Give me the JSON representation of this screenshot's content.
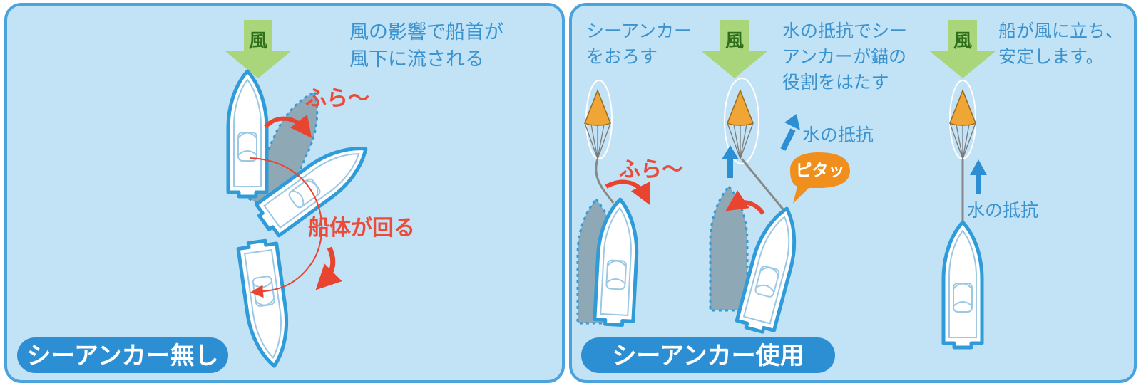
{
  "colors": {
    "panel_fill": "#c2e2f6",
    "panel_border": "#4aa3dc",
    "boat_fill": "#ffffff",
    "boat_outline": "#2f9bd8",
    "ghost_fill": "#8fa8b5",
    "wind_arrow": "#a9d67a",
    "red_arrow": "#e8442f",
    "blue_arrow": "#2d8fd3",
    "badge": "#2d8fd3",
    "anchor_cone": "#f0a636",
    "callout": "#f08f1c"
  },
  "left_panel": {
    "badge": "シーアンカー無し",
    "wind_label": "風",
    "caption_line1": "風の影響で船首が",
    "caption_line2": "風下に流される",
    "sway_label": "ふら～",
    "rotate_label": "船体が回る"
  },
  "right_panel": {
    "badge": "シーアンカー使用",
    "step1_line1": "シーアンカー",
    "step1_line2": "をおろす",
    "step1_sway": "ふら～",
    "step2_wind": "風",
    "step2_line1": "水の抵抗でシー",
    "step2_line2": "アンカーが錨の",
    "step2_line3": "役割をはたす",
    "step2_resistance": "水の抵抗",
    "step2_callout": "ピタッ",
    "step3_wind": "風",
    "step3_line1": "船が風に立ち、",
    "step3_line2": "安定します。",
    "step3_resistance": "水の抵抗"
  }
}
